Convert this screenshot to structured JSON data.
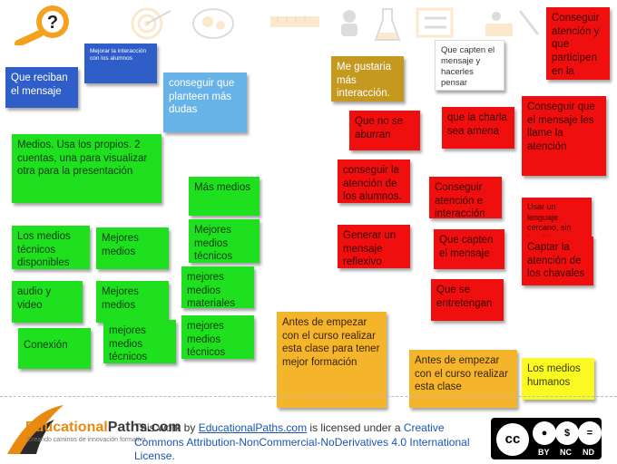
{
  "colors": {
    "green": "#1fe01f",
    "red": "#ef0f0f",
    "blue": "#2f5ec8",
    "lightblue": "#67b3e8",
    "olive": "#c59920",
    "orange": "#f4b42c",
    "yellow": "#fafa20"
  },
  "header_icons": [
    "question-search-icon",
    "target-icon",
    "brain-gears-icon",
    "ruler-icon",
    "chat-people-icon",
    "flask-icon",
    "checklist-icon",
    "book-tools-icon"
  ],
  "notes": {
    "n1": "Que reciban el mensaje",
    "n2": "Mejorar la interacción con los alumnos",
    "n3": "conseguir que planteen más dudas",
    "n4": "Medios. Usa los propios. 2 cuentas, una para visualizar otra para la presentación",
    "n5": "Más medios",
    "n6": "Mejores medios técnicos",
    "n7": "Los medios técnicos disponibles",
    "n8": "Mejores medios",
    "n9": "mejores medios materiales",
    "n10": "audio y video",
    "n11": "Mejores medios",
    "n12": "mejores medios técnicos",
    "n13": "mejores medios técnicos",
    "n14": "Conexión",
    "n15": "Me gustaria más interacción.",
    "n16": "Que capten el mensaje y hacerles pensar",
    "n17": "Conseguir atención y que participen en la charla",
    "n18": "Que no se aburran",
    "n19": "que la charla sea amena",
    "n20": "Conseguir que el mensaje les llame la atención",
    "n21": "conseguir la atención de los alumnos.",
    "n22": "Conseguir atención e interacción",
    "n23": "Usar un lenguaje cercano, sin tecnicismos",
    "n24": "Generar un mensaje reflexivo",
    "n25": "Que capten el mensaje",
    "n26": "Captar la atención de los chavales",
    "n27": "Que se entretengan",
    "n28": "Antes de empezar con el curso realizar esta clase para tener mejor formación",
    "n29": "Antes de empezar con el curso realizar esta clase",
    "n30": "Los medios humanos"
  },
  "footer": {
    "logo_main": "EducationalPaths.com",
    "logo_ed": "Educational",
    "logo_paths": "Paths.com",
    "logo_tagline": "Creando caminos de innovación formativa",
    "license_prefix": "This work by ",
    "license_link": "EducationalPaths.com",
    "license_mid": "  is licensed under a ",
    "license_cc": "Creative Commons Attribution-NonCommercial-NoDerivatives 4.0 International License.",
    "badge_cc": "cc",
    "badge_by": "BY",
    "badge_nc": "NC",
    "badge_nd": "ND"
  }
}
